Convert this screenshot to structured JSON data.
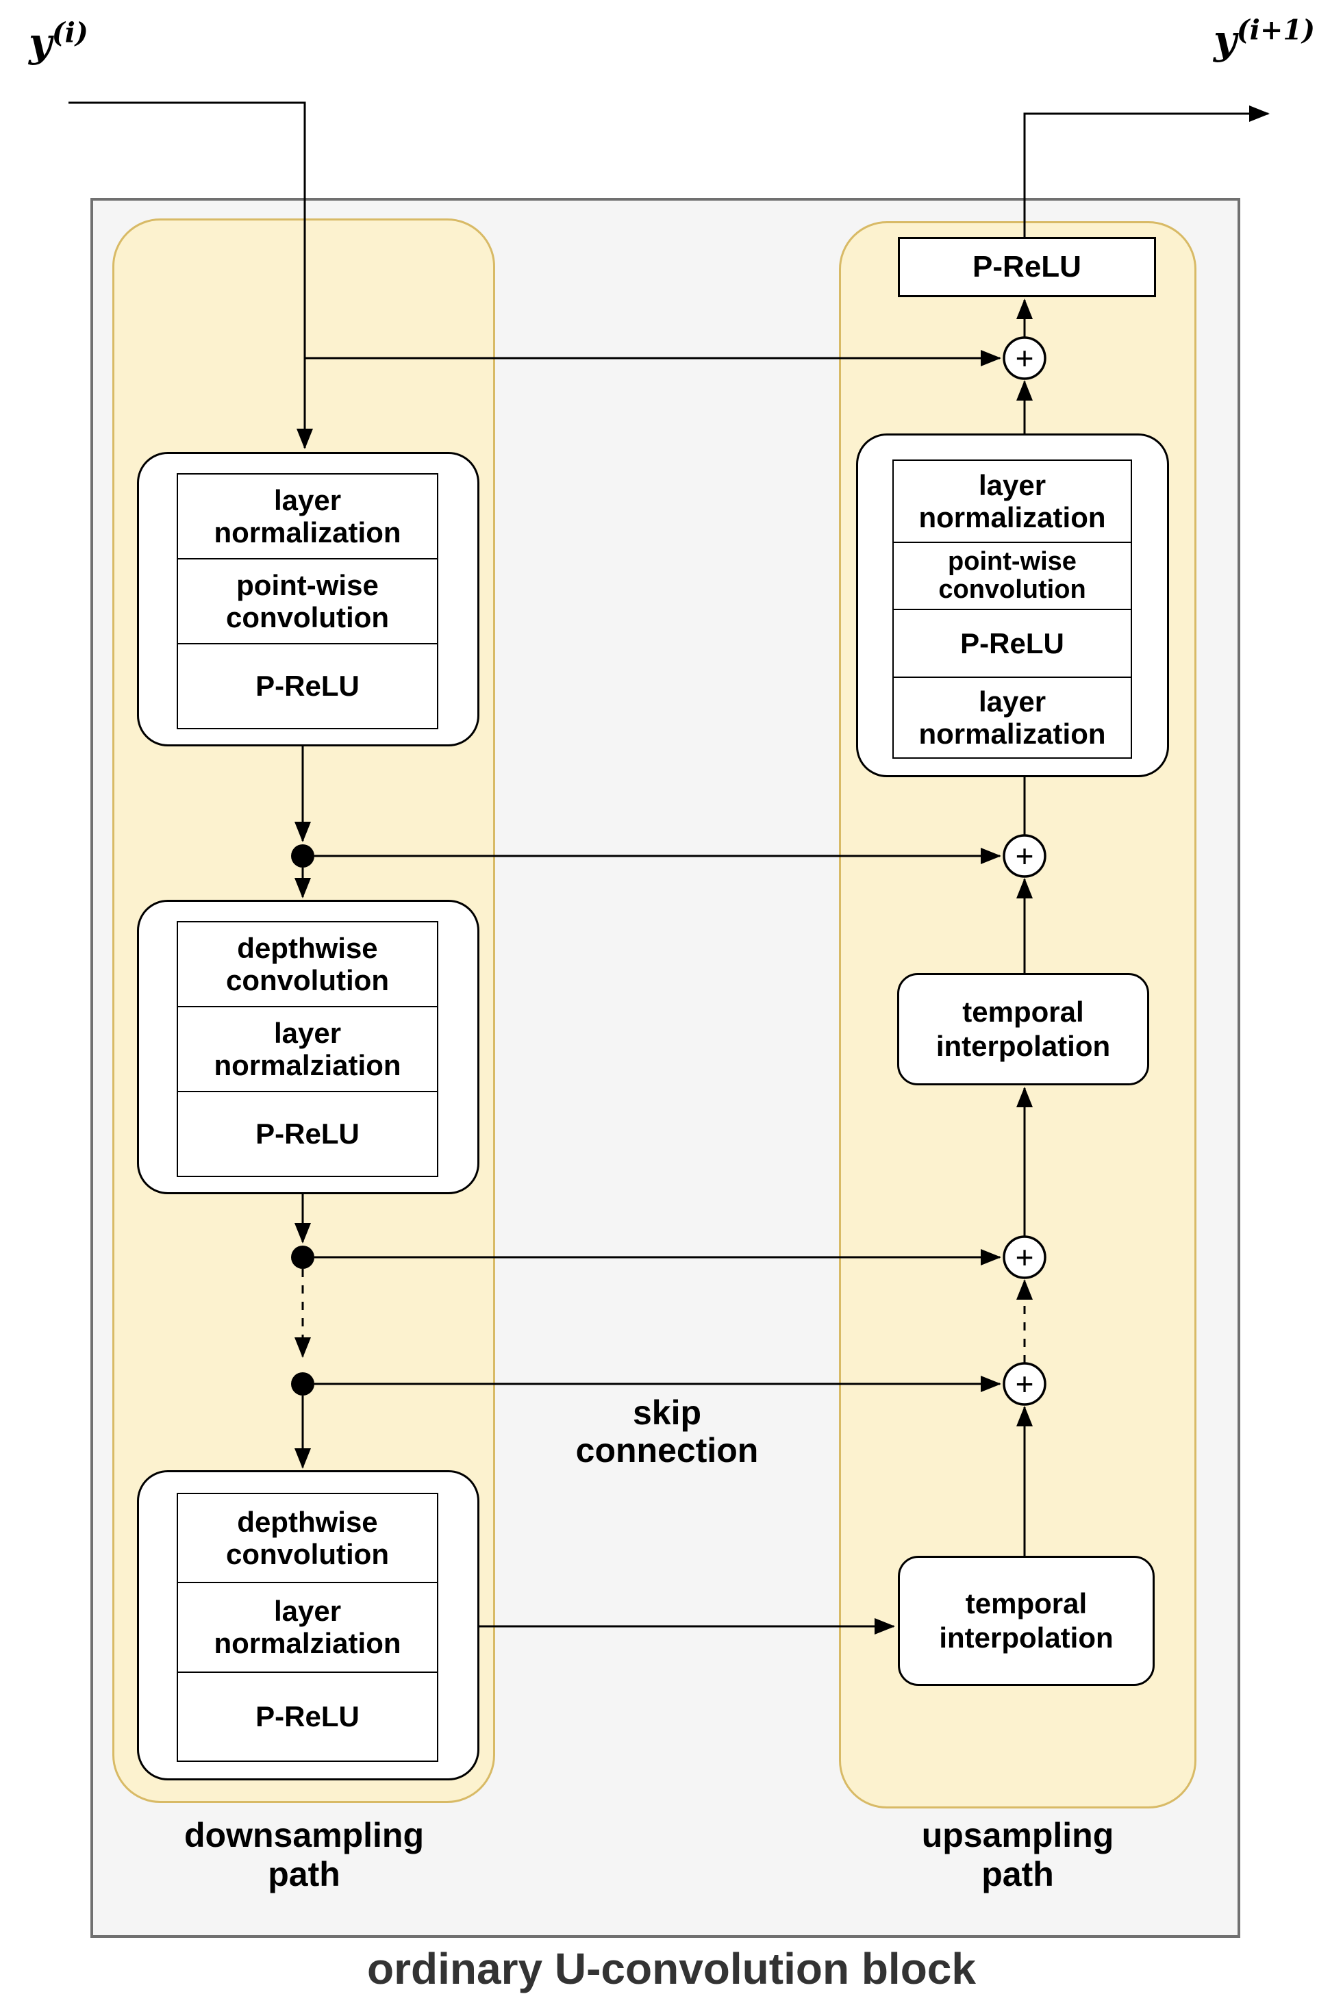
{
  "labels": {
    "input": {
      "base": "y",
      "sup": "(i)"
    },
    "output": {
      "base": "y",
      "sup": "(i+1)"
    },
    "skip": "skip\nconnection",
    "down_path": "downsampling\npath",
    "up_path": "upsampling\npath",
    "caption": "ordinary U-convolution block",
    "plus": "+"
  },
  "down": {
    "block1": {
      "rows": [
        "layer\nnormalization",
        "point-wise\nconvolution",
        "P-ReLU"
      ]
    },
    "block2": {
      "rows": [
        "depthwise\nconvolution",
        "layer\nnormalziation",
        "P-ReLU"
      ]
    },
    "block3": {
      "rows": [
        "depthwise\nconvolution",
        "layer\nnormalziation",
        "P-ReLU"
      ]
    }
  },
  "up": {
    "prelu": "P-ReLU",
    "block1": {
      "rows": [
        "layer\nnormalization",
        "point-wise\nconvolution",
        "P-ReLU",
        "layer\nnormalization"
      ]
    },
    "interp1": "temporal\ninterpolation",
    "interp2": "temporal\ninterpolation"
  },
  "colors": {
    "panel-fill": "#FCF2CF",
    "panel-border": "#D8BA66",
    "frame-fill": "#F5F5F5",
    "frame-border": "#707070",
    "ink": "#000000",
    "caption": "#333333"
  }
}
